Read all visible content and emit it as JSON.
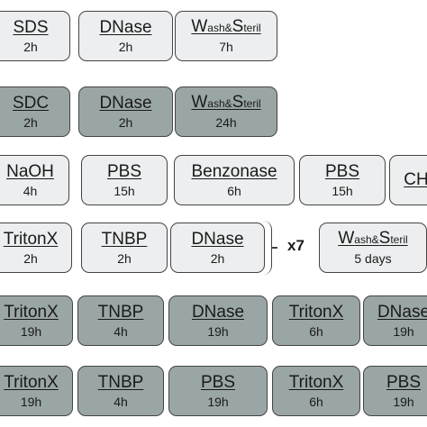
{
  "colors": {
    "light_box": "#eceeef",
    "dark_box": "#9aa6a5",
    "border": "#444444"
  },
  "protocols": [
    {
      "steps": [
        {
          "name": "SDS",
          "duration": "2h",
          "shade": "light"
        },
        {
          "name": "DNase",
          "duration": "2h",
          "shade": "light"
        },
        {
          "name_parts": [
            "W",
            "ash&",
            "S",
            "teril"
          ],
          "duration": "7h",
          "shade": "light"
        }
      ]
    },
    {
      "steps": [
        {
          "name": "SDC",
          "duration": "2h",
          "shade": "dark"
        },
        {
          "name": "DNase",
          "duration": "2h",
          "shade": "dark"
        },
        {
          "name_parts": [
            "W",
            "ash&",
            "S",
            "teril"
          ],
          "duration": "24h",
          "shade": "dark"
        }
      ]
    },
    {
      "steps": [
        {
          "name": "NaOH",
          "duration": "4h",
          "shade": "light"
        },
        {
          "name": "PBS",
          "duration": "15h",
          "shade": "light"
        },
        {
          "name": "Benzonase",
          "duration": "6h",
          "shade": "light"
        },
        {
          "name": "PBS",
          "duration": "15h",
          "shade": "light"
        },
        {
          "name": "CH",
          "duration": "",
          "shade": "light"
        }
      ]
    },
    {
      "steps": [
        {
          "name": "TritonX",
          "duration": "2h",
          "shade": "light"
        },
        {
          "name": "TNBP",
          "duration": "2h",
          "shade": "light"
        },
        {
          "name": "DNase",
          "duration": "2h",
          "shade": "light"
        },
        {
          "name_parts": [
            "W",
            "ash&",
            "S",
            "teril"
          ],
          "duration": "5 days",
          "shade": "light"
        }
      ],
      "repeat_label": "x7"
    },
    {
      "steps": [
        {
          "name": "TritonX",
          "duration": "19h",
          "shade": "dark"
        },
        {
          "name": "TNBP",
          "duration": "4h",
          "shade": "dark"
        },
        {
          "name": "DNase",
          "duration": "19h",
          "shade": "dark"
        },
        {
          "name": "TritonX",
          "duration": "6h",
          "shade": "dark"
        },
        {
          "name": "DNase",
          "duration": "19h",
          "shade": "dark"
        }
      ]
    },
    {
      "steps": [
        {
          "name": "TritonX",
          "duration": "19h",
          "shade": "dark"
        },
        {
          "name": "TNBP",
          "duration": "4h",
          "shade": "dark"
        },
        {
          "name": "PBS",
          "duration": "19h",
          "shade": "dark"
        },
        {
          "name": "TritonX",
          "duration": "6h",
          "shade": "dark"
        },
        {
          "name": "PBS",
          "duration": "19h",
          "shade": "dark"
        }
      ]
    }
  ]
}
